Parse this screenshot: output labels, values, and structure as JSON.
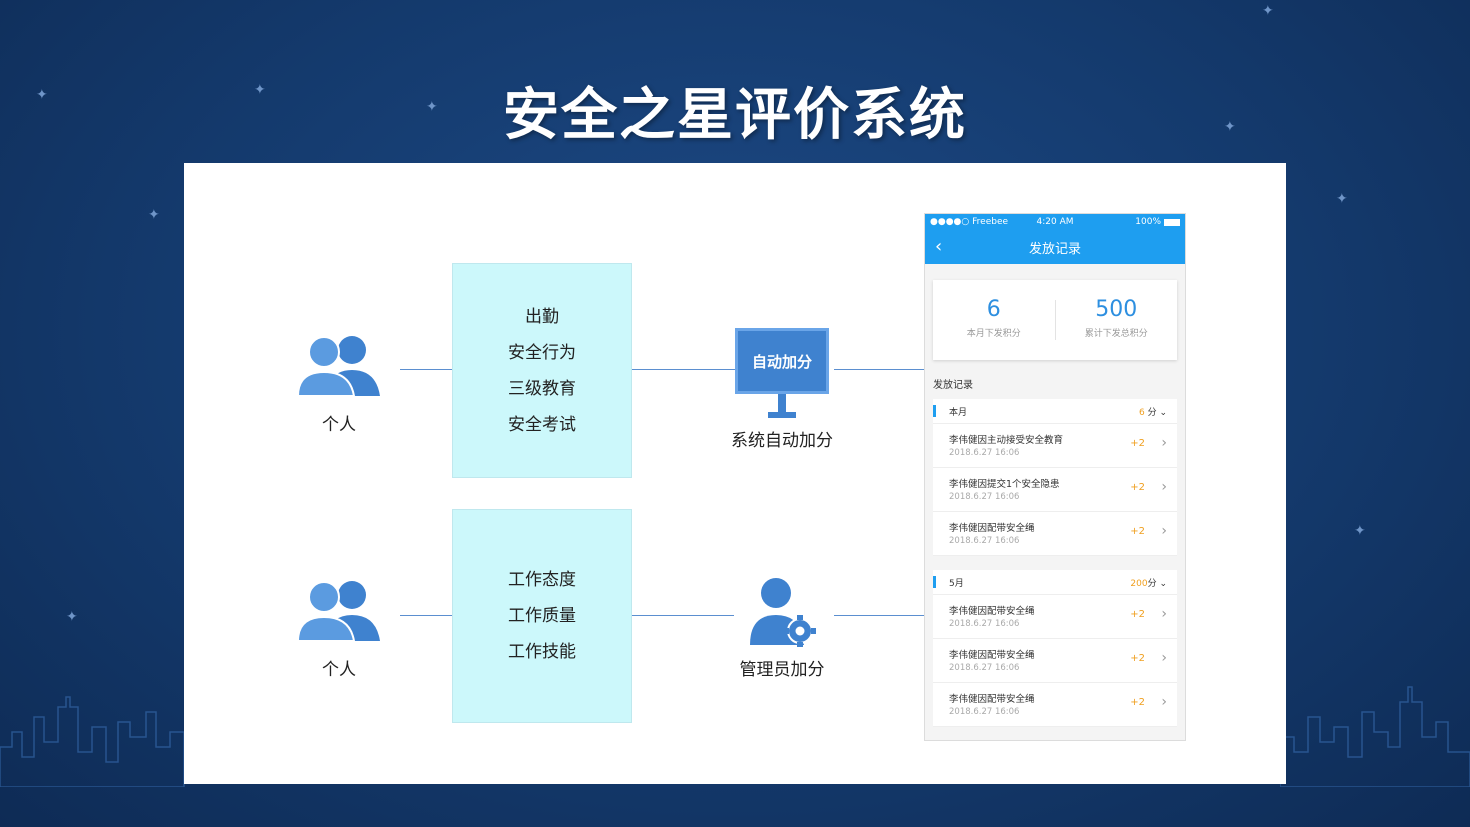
{
  "title": "安全之星评价系统",
  "rows": [
    {
      "person_label": "个人",
      "categories": [
        "出勤",
        "安全行为",
        "三级教育",
        "安全考试"
      ],
      "node_label": "系统自动加分",
      "monitor_text": "自动加分"
    },
    {
      "person_label": "个人",
      "categories": [
        "工作态度",
        "工作质量",
        "工作技能"
      ],
      "node_label": "管理员加分"
    }
  ],
  "phone": {
    "status": {
      "carrier": "●●●●○ Freebee",
      "time": "4:20 AM",
      "battery": "100%"
    },
    "nav_title": "发放记录",
    "summary": [
      {
        "value": "6",
        "label": "本月下发积分"
      },
      {
        "value": "500",
        "label": "累计下发总积分"
      }
    ],
    "records_title": "发放记录",
    "groups": [
      {
        "label": "本月",
        "points": "6",
        "unit": " 分",
        "items": [
          {
            "text": "李伟健因主动接受安全教育",
            "date": "2018.6.27 16:06",
            "points": "+2"
          },
          {
            "text": "李伟健因提交1个安全隐患",
            "date": "2018.6.27 16:06",
            "points": "+2"
          },
          {
            "text": "李伟健因配带安全绳",
            "date": "2018.6.27 16:06",
            "points": "+2"
          }
        ]
      },
      {
        "label": "5月",
        "points": "200",
        "unit": "分",
        "items": [
          {
            "text": "李伟健因配带安全绳",
            "date": "2018.6.27 16:06",
            "points": "+2"
          },
          {
            "text": "李伟健因配带安全绳",
            "date": "2018.6.27 16:06",
            "points": "+2"
          },
          {
            "text": "李伟健因配带安全绳",
            "date": "2018.6.27 16:06",
            "points": "+2"
          }
        ]
      }
    ]
  },
  "colors": {
    "accent": "#1e9ef0",
    "line": "#5b8fd0",
    "box": "#ccf8fb",
    "points": "#f0a020"
  }
}
